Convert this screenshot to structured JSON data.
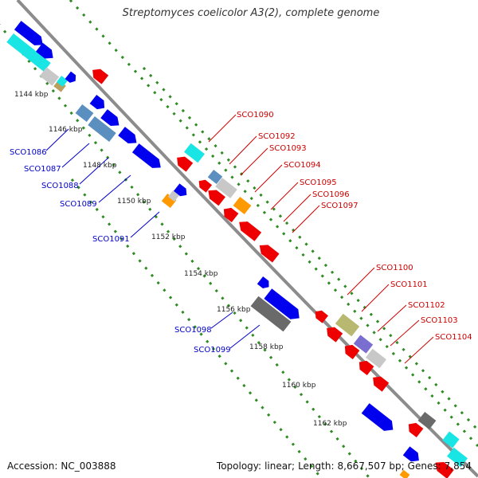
{
  "title": "Streptomyces coelicolor A3(2), complete genome",
  "footer": {
    "accession_label": "Accession:",
    "accession": "NC_003888",
    "topology_label": "Topology:",
    "topology": "linear;",
    "length_label": "Length:",
    "length": "8,667,507 bp;",
    "genes_label": "Genes:",
    "genes": "7,854"
  },
  "colors": {
    "backbone": "#8c8c8c",
    "tick": "#2e8b22",
    "forward_strand": "#0000ee",
    "reverse_strand": "#ee0000",
    "label_forward": "#0000cc",
    "label_reverse": "#cc0000",
    "cyan_gene": "#19e5e5",
    "steel_gene": "#5a8fc0",
    "light_gray_gene": "#c8c8c8",
    "orange_gene": "#ff9900",
    "olive_gene": "#b8b870",
    "lavender_gene": "#7a6fd0",
    "dark_gray_gene": "#6a6a6a",
    "khaki_gene": "#b8a060"
  },
  "scale_labels": [
    "1144 kbp",
    "1146 kbp",
    "1148 kbp",
    "1150 kbp",
    "1152 kbp",
    "1154 kbp",
    "1156 kbp",
    "1158 kbp",
    "1160 kbp",
    "1162 kbp"
  ],
  "forward_gene_labels": [
    "SCO1086",
    "SCO1087",
    "SCO1088",
    "SCO1089",
    "SCO1091",
    "SCO1098",
    "SCO1099"
  ],
  "reverse_gene_labels": [
    "SCO1090",
    "SCO1092",
    "SCO1093",
    "SCO1094",
    "SCO1095",
    "SCO1096",
    "SCO1097",
    "SCO1100",
    "SCO1101",
    "SCO1102",
    "SCO1103",
    "SCO1104"
  ]
}
